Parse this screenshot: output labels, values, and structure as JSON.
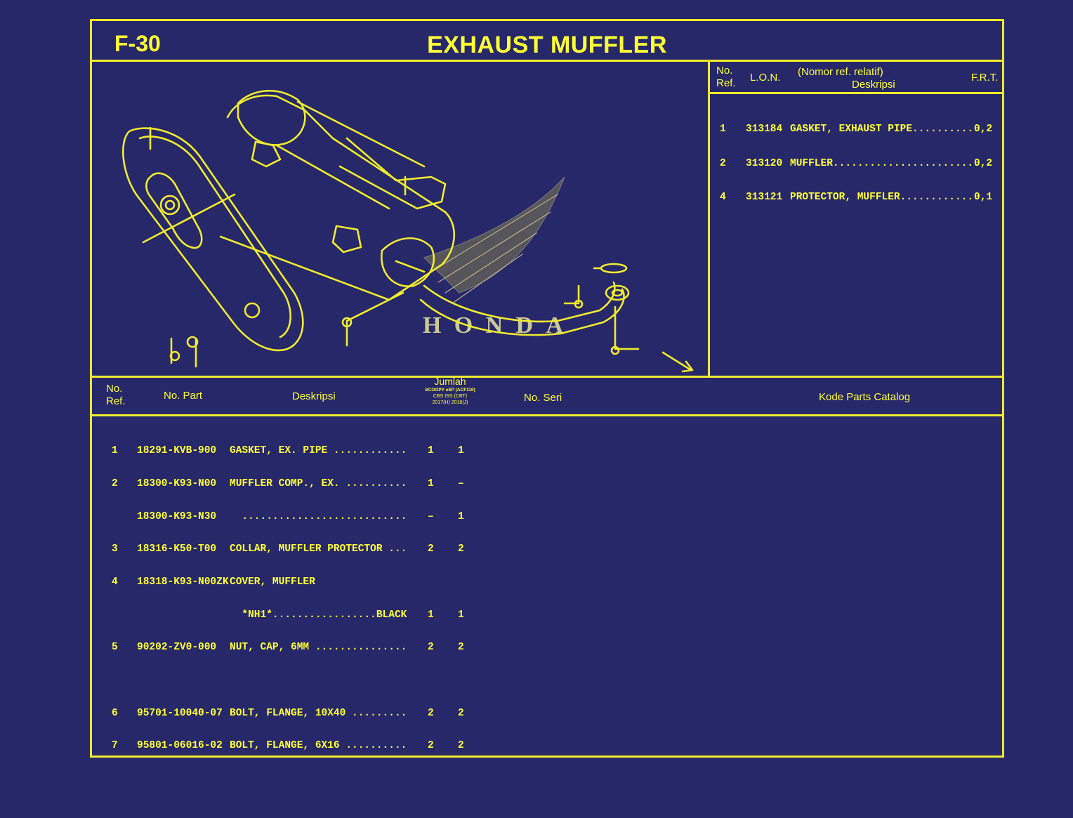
{
  "figure_id": "F-30",
  "title": "EXHAUST MUFFLER",
  "right_table": {
    "headers": {
      "no_ref_1": "No.",
      "no_ref_2": "Ref.",
      "lon": "L.O.N.",
      "desc_1": "(Nomor ref. relatif)",
      "desc_2": "Deskripsi",
      "frt": "F.R.T."
    },
    "rows": [
      {
        "ref": "1",
        "lon": "313184",
        "desc": "GASKET, EXHAUST PIPE...........",
        "frt": "0,2"
      },
      {
        "ref": "2",
        "lon": "313120",
        "desc": "MUFFLER........................",
        "frt": "0,2"
      },
      {
        "ref": "4",
        "lon": "313121",
        "desc": "PROTECTOR, MUFFLER.............",
        "frt": "0,1"
      }
    ]
  },
  "parts_table": {
    "headers": {
      "no_ref_1": "No.",
      "no_ref_2": "Ref.",
      "part_no": "No. Part",
      "desc": "Deskripsi",
      "qty": "Jumlah",
      "qty_model_1": "SCOOPY eSP (ACF110)",
      "qty_model_2": "CBS ISS (CBT)",
      "qty_years": "2017(H)  2018(J)",
      "serial": "No. Seri",
      "catalog": "Kode Parts Catalog"
    },
    "rows": [
      {
        "ref": "1",
        "part": "18291-KVB-900",
        "desc": "GASKET, EX. PIPE ............",
        "q1": "1",
        "q2": "1"
      },
      {
        "ref": "2",
        "part": "18300-K93-N00",
        "desc": "MUFFLER COMP., EX. ..........",
        "q1": "1",
        "q2": "–"
      },
      {
        "ref": "",
        "part": "18300-K93-N30",
        "desc": "  ...........................",
        "q1": "–",
        "q2": "1"
      },
      {
        "ref": "3",
        "part": "18316-K50-T00",
        "desc": "COLLAR, MUFFLER PROTECTOR ...",
        "q1": "2",
        "q2": "2"
      },
      {
        "ref": "4",
        "part": "18318-K93-N00ZK",
        "desc": "COVER, MUFFLER",
        "q1": "",
        "q2": ""
      },
      {
        "ref": "",
        "part": "",
        "desc": "  *NH1*.................BLACK",
        "q1": "1",
        "q2": "1"
      },
      {
        "ref": "5",
        "part": "90202-ZV0-000",
        "desc": "NUT, CAP, 6MM ...............",
        "q1": "2",
        "q2": "2"
      },
      {
        "ref": "",
        "part": "",
        "desc": "",
        "q1": "",
        "q2": ""
      },
      {
        "ref": "6",
        "part": "95701-10040-07",
        "desc": "BOLT, FLANGE, 10X40 .........",
        "q1": "2",
        "q2": "2"
      },
      {
        "ref": "7",
        "part": "95801-06016-02",
        "desc": "BOLT, FLANGE, 6X16 ..........",
        "q1": "2",
        "q2": "2"
      }
    ]
  },
  "watermark": "HONDA",
  "colors": {
    "background": "#27286a",
    "line": "#f0ec2c",
    "text": "#ffff33"
  }
}
